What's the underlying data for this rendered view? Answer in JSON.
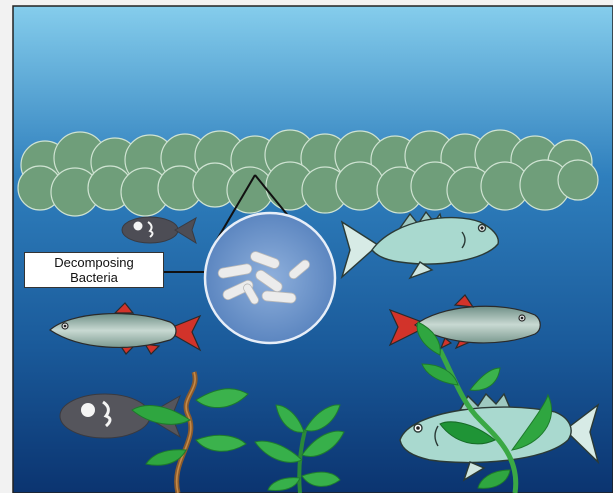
{
  "label": {
    "line1": "Decomposing",
    "line2": "Bacteria"
  },
  "colors": {
    "water_top": "#7ec8ea",
    "water_bottom": "#0a3570",
    "algae": "#6f9e7a",
    "algae_edge": "#4e7a5a",
    "bacteria_circle": "#6b93c9",
    "bacteria": "#e8e8e8",
    "dead_fish": "#4d4d55",
    "fish_body": "#a9d9cf",
    "tetra_body": "#86a69a",
    "tetra_red": "#d2332a",
    "plant_green": "#3aa845",
    "vine_brown": "#8b5a2b"
  },
  "icons": [
    "algae-bloom",
    "magnifier-circle",
    "bacteria-icon",
    "dead-fish-icon",
    "bass-fish-icon",
    "tetra-fish-icon",
    "aquatic-plant-icon"
  ]
}
